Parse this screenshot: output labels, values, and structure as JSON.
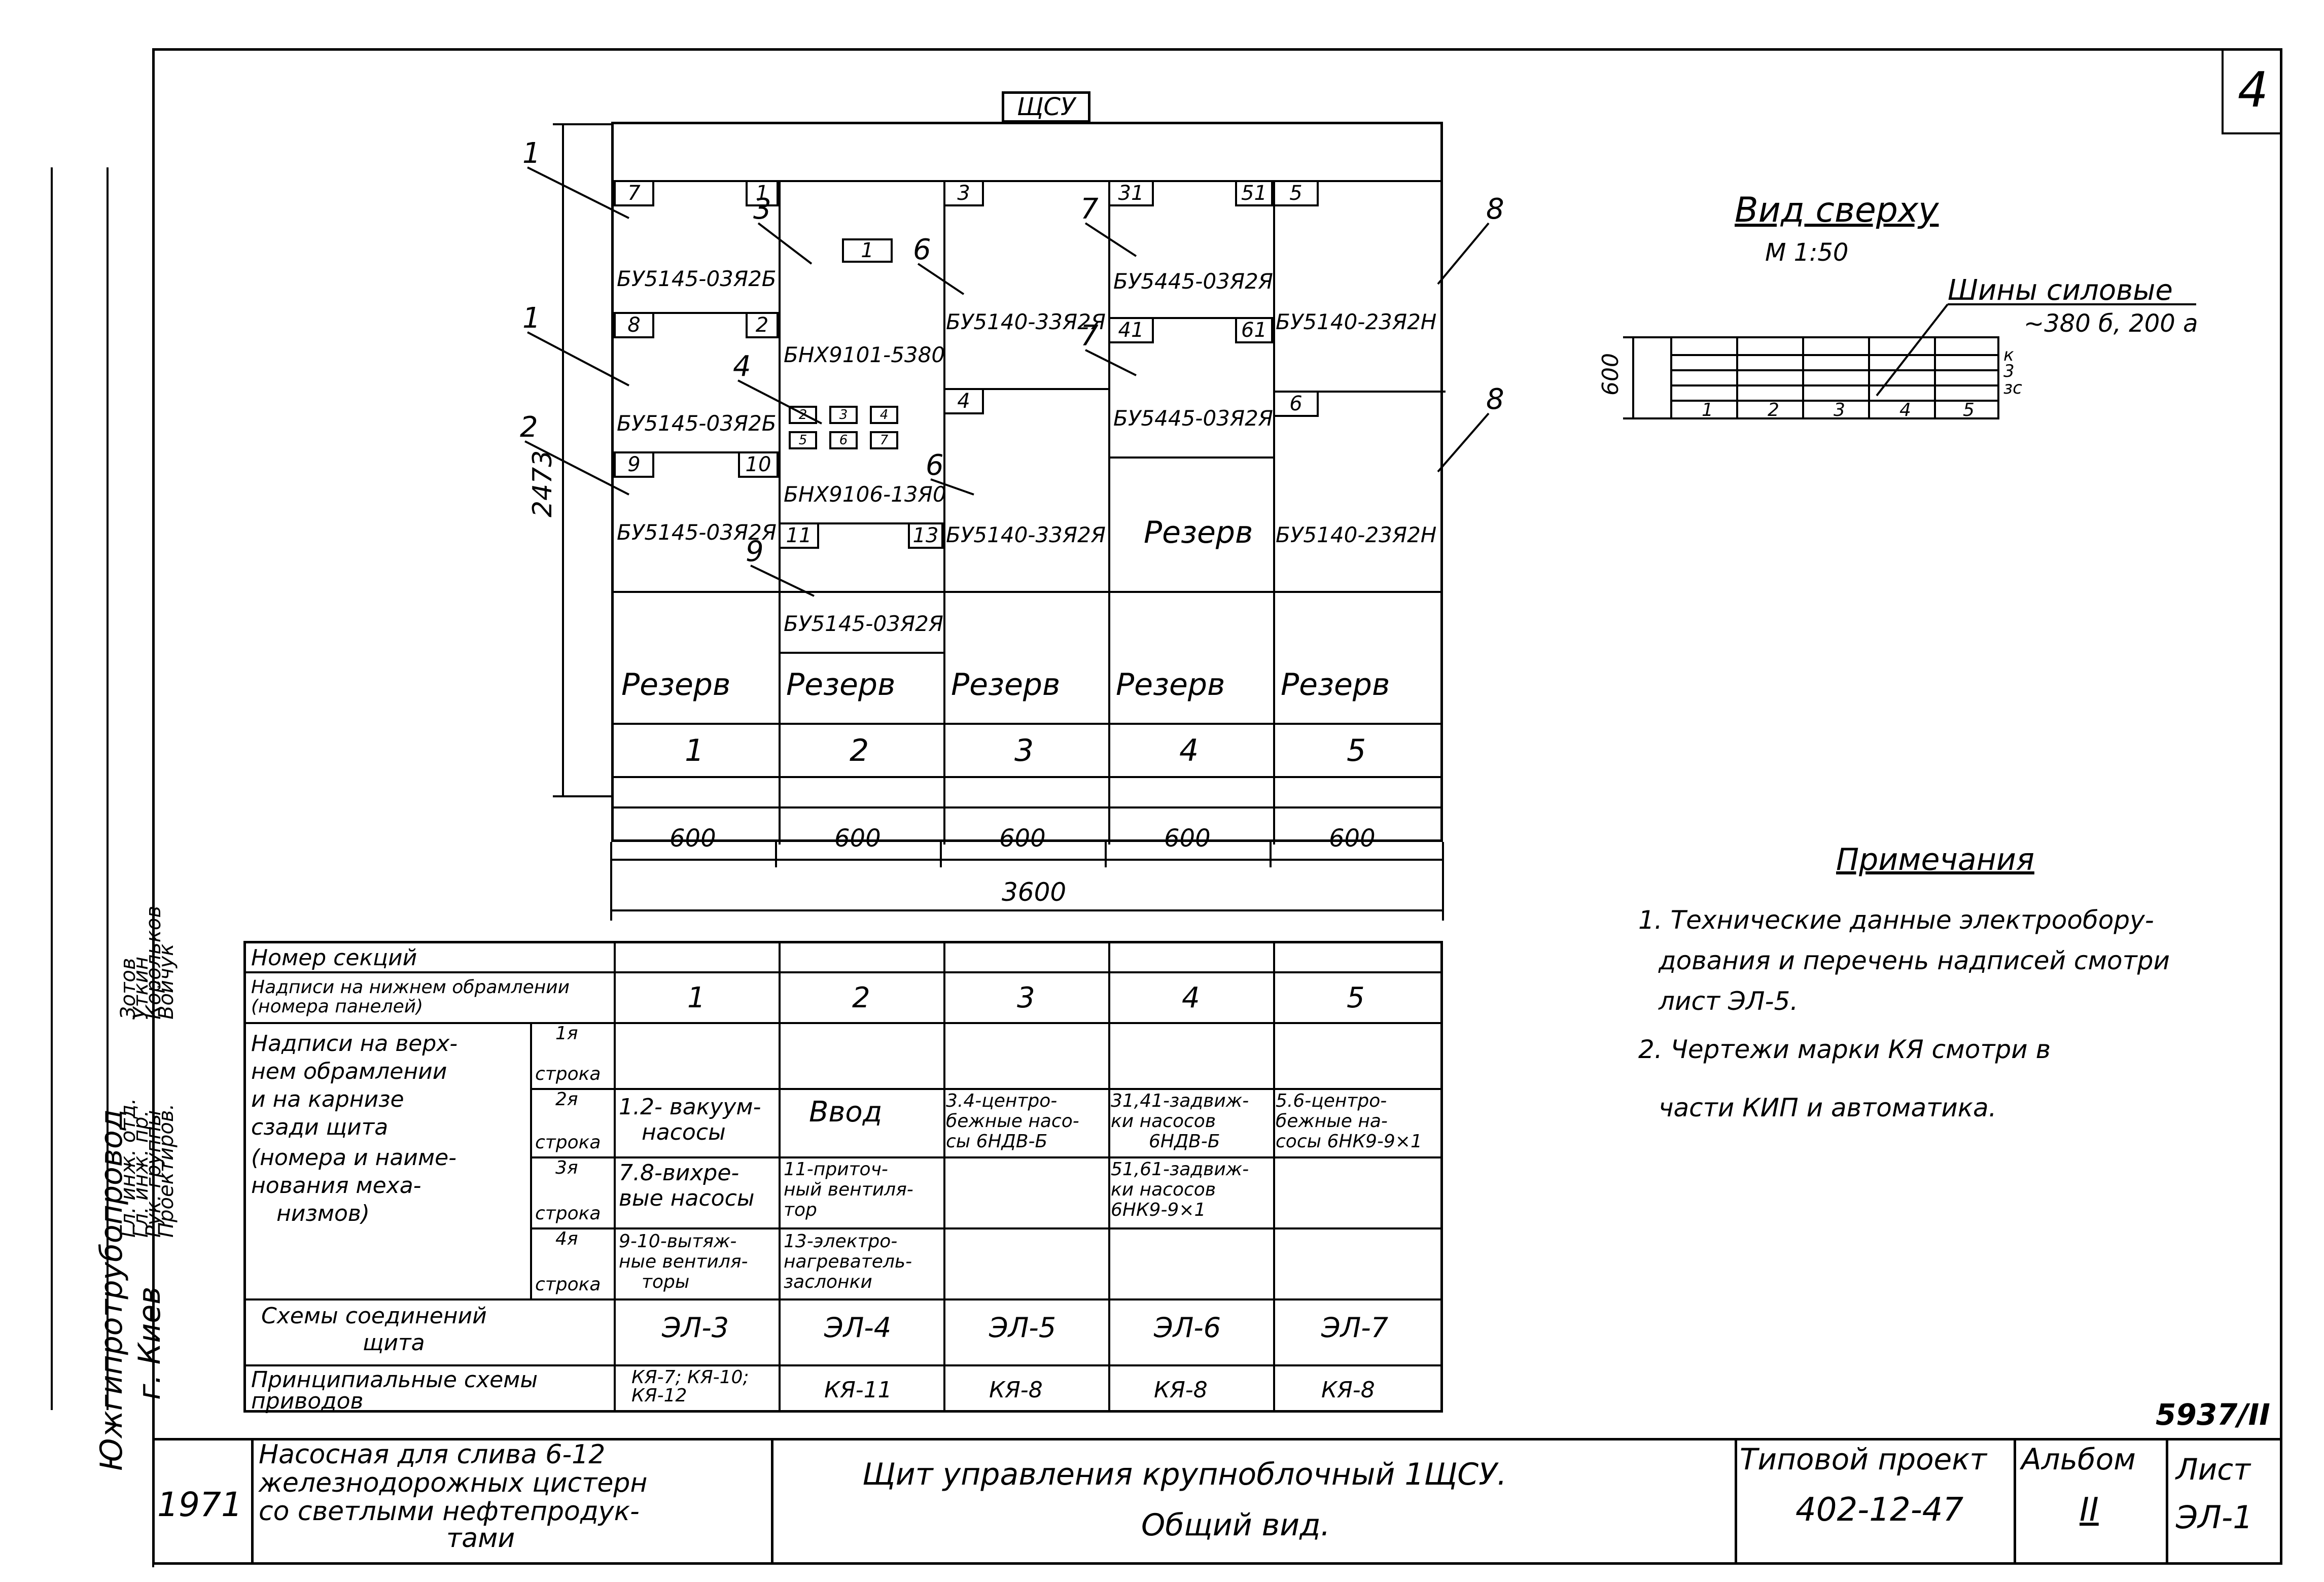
{
  "sheet_number": "4",
  "panel_title": "ЩСУ",
  "top_view": {
    "title": "Вид сверху",
    "scale": "М 1:50",
    "busbar_label": "Шины силовые",
    "busbar_rating": "~380 б, 200 а",
    "depth_dim": "600",
    "phase_labels": [
      "к",
      "3",
      "зс"
    ],
    "section_numbers": [
      "1",
      "2",
      "3",
      "4",
      "5"
    ]
  },
  "elevation": {
    "height_dim": "2473",
    "width_dims": [
      "600",
      "600",
      "600",
      "600",
      "600"
    ],
    "total_width": "3600",
    "section_numbers": [
      "1",
      "2",
      "3",
      "4",
      "5"
    ],
    "reserve_label": "Резерв",
    "callouts": [
      "1",
      "1",
      "2",
      "3",
      "4",
      "6",
      "7",
      "7",
      "8",
      "8",
      "9",
      "6"
    ],
    "blocks": [
      {
        "num_left": "7",
        "num_right": "1",
        "model": "БУ5145-03Я2Б"
      },
      {
        "num_left": "8",
        "num_right": "2",
        "model": "БУ5145-03Я2Б"
      },
      {
        "num_left": "9",
        "num_right": "10",
        "model": "БУ5145-03Я2Я"
      },
      {
        "num": "1",
        "model": "БНХ9101-5380"
      },
      {
        "model": "БНХ9106-13Я0"
      },
      {
        "num_left": "11",
        "num_right": "13",
        "model": "БУ5145-03Я2Я"
      },
      {
        "num": "3",
        "model": "БУ5140-33Я2Я"
      },
      {
        "num": "4",
        "model": "БУ5140-33Я2Я"
      },
      {
        "num_left": "31",
        "num_right": "51",
        "model": "БУ5445-03Я2Я"
      },
      {
        "num_left": "41",
        "num_right": "61",
        "model": "БУ5445-03Я2Я"
      },
      {
        "num": "5",
        "model": "БУ5140-23Я2Н"
      },
      {
        "num": "6",
        "model": "БУ5140-23Я2Н"
      }
    ],
    "small_boxes": [
      "2",
      "3",
      "4",
      "5",
      "6",
      "7"
    ]
  },
  "table": {
    "row_section": "Номер секций",
    "row_bottom": "Надписи на нижнем обрамлении (номера панелей)",
    "row_top_title": [
      "Надписи на верх-",
      "нем обрамлении",
      "и на карнизе",
      "сзади щита",
      "(номера и наиме-",
      "нования меха-",
      "низмов)"
    ],
    "line_labels": [
      {
        "n": "1я",
        "s": "строка"
      },
      {
        "n": "2я",
        "s": "строка"
      },
      {
        "n": "3я",
        "s": "строка"
      },
      {
        "n": "4я",
        "s": "строка"
      }
    ],
    "cols": [
      "1",
      "2",
      "3",
      "4",
      "5"
    ],
    "r2": [
      [
        "1.2- вакуум-",
        "насосы"
      ],
      [
        "Ввод"
      ],
      [
        "3.4-центро-",
        "бежные насо-",
        "сы 6НДВ-Б"
      ],
      [
        "31,41-задвиж-",
        "ки насосов",
        "6НДВ-Б"
      ],
      [
        "5.6-центро-",
        "бежные на-",
        "сосы 6НК9-9×1"
      ]
    ],
    "r3": [
      [
        "7.8-вихре-",
        "вые насосы"
      ],
      [
        "11-приточ-",
        "ный вентиля-",
        "тор"
      ],
      [],
      [
        "51,61-задвиж-",
        "ки насосов",
        "6НК9-9×1"
      ],
      []
    ],
    "r4": [
      [
        "9-10-вытяж-",
        "ные вентиля-",
        "торы"
      ],
      [
        "13-электро-",
        "нагреватель-",
        "заслонки"
      ],
      [],
      [],
      []
    ],
    "row_schemes": [
      "Схемы соединений",
      "щита"
    ],
    "schemes": [
      "ЭЛ-3",
      "ЭЛ-4",
      "ЭЛ-5",
      "ЭЛ-6",
      "ЭЛ-7"
    ],
    "row_principal": [
      "Принципиальные схемы",
      "приводов"
    ],
    "principal": [
      [
        "КЯ-7; КЯ-10;",
        "КЯ-12"
      ],
      [
        "КЯ-11"
      ],
      [
        "КЯ-8"
      ],
      [
        "КЯ-8"
      ],
      [
        "КЯ-8"
      ]
    ]
  },
  "notes": {
    "title": "Примечания",
    "lines": [
      "1. Технические данные электрообору-",
      "дования и перечень надписей смотри",
      "лист ЭЛ-5.",
      "2. Чертежи марки КЯ смотри в",
      "части КИП и автоматика."
    ]
  },
  "project_code": "5937/II",
  "title_block": {
    "year": "1971",
    "object": [
      "Насосная для слива 6-12",
      "железнодорожных цистерн",
      "со светлыми нефтепродук-",
      "тами"
    ],
    "drawing_title": "Щит управления крупноблочный 1ЩСУ.",
    "drawing_subtitle": "Общий вид.",
    "project_label": "Типовой проект",
    "project_number": "402-12-47",
    "album_label": "Альбом",
    "album_number": "II",
    "sheet_label": "Лист",
    "sheet_id": "ЭЛ-1"
  },
  "left_strip": {
    "org": "Южгипротрубопровод",
    "city": "г. Киев",
    "roles": [
      "Гл. инж. отд.",
      "Гл. инж. пр.",
      "Рук. группы",
      "Проектиров."
    ],
    "names": [
      "Зотов",
      "Уткин",
      "Корольков",
      "Войчук"
    ]
  }
}
